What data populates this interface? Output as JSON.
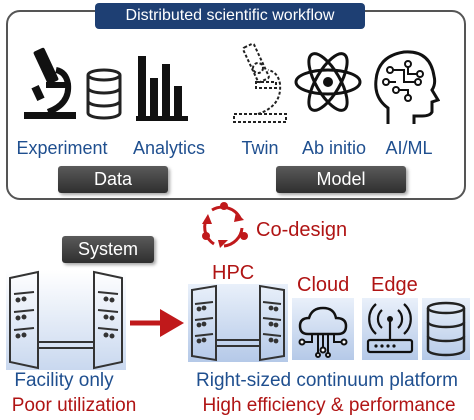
{
  "title": "Distributed scientific workflow",
  "data_group": {
    "label": "Data",
    "items": [
      {
        "label": "Experiment",
        "icon": "microscope-icon"
      },
      {
        "label": "Analytics",
        "icon": "database-icon"
      }
    ]
  },
  "model_group": {
    "label": "Model",
    "items": [
      {
        "label": "Twin",
        "icon": "dashed-microscope-icon"
      },
      {
        "label": "Ab initio",
        "icon": "atom-icon"
      },
      {
        "label": "AI/ML",
        "icon": "brain-circuit-icon"
      }
    ]
  },
  "codesign": {
    "label": "Co-design",
    "icon": "cycle-arrows-icon"
  },
  "system": {
    "label": "System",
    "facility_label": "Facility only",
    "facility_issue": "Poor utilization"
  },
  "continuum": {
    "hpc_label": "HPC",
    "cloud_label": "Cloud",
    "edge_label": "Edge",
    "platform_label": "Right-sized continuum platform",
    "platform_benefit": "High efficiency & performance"
  },
  "colors": {
    "title_bg": "#1e3f73",
    "blue_text": "#1f4f8f",
    "red_text": "#b01414",
    "arrow": "#c0191b"
  }
}
